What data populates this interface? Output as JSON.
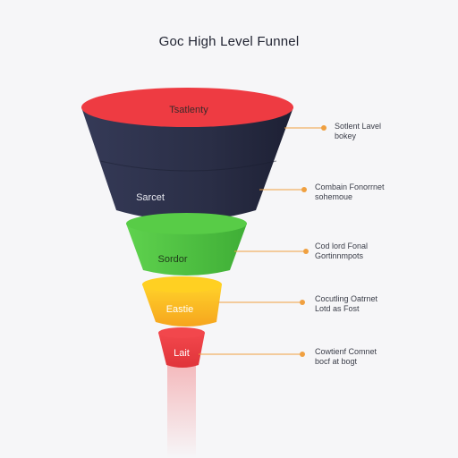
{
  "title": "Goc High Level Funnel",
  "colors": {
    "red": "#ee3b42",
    "navy": "#2c3049",
    "green": "#53c744",
    "orange": "#f5a623",
    "yellow": "#ffd022",
    "callout_line": "#f0a040",
    "callout_dot": "#f0a040"
  },
  "stages": [
    {
      "label": "Tsatlenty"
    },
    {
      "label": "Sarcet"
    },
    {
      "label": "Sordor"
    },
    {
      "label": "Eastie"
    },
    {
      "label": "Lait"
    }
  ],
  "callouts": [
    {
      "line1": "Sotlent Lavel",
      "line2": "bokey"
    },
    {
      "line1": "Combain Fonorrnet",
      "line2": "sohemoue"
    },
    {
      "line1": "Cod lord Fonal",
      "line2": "Gortinnmpots"
    },
    {
      "line1": "Cocutling Oatrnet",
      "line2": "Lotd as Fost"
    },
    {
      "line1": "Cowtienf Comnet",
      "line2": "bocf at bogt"
    }
  ]
}
